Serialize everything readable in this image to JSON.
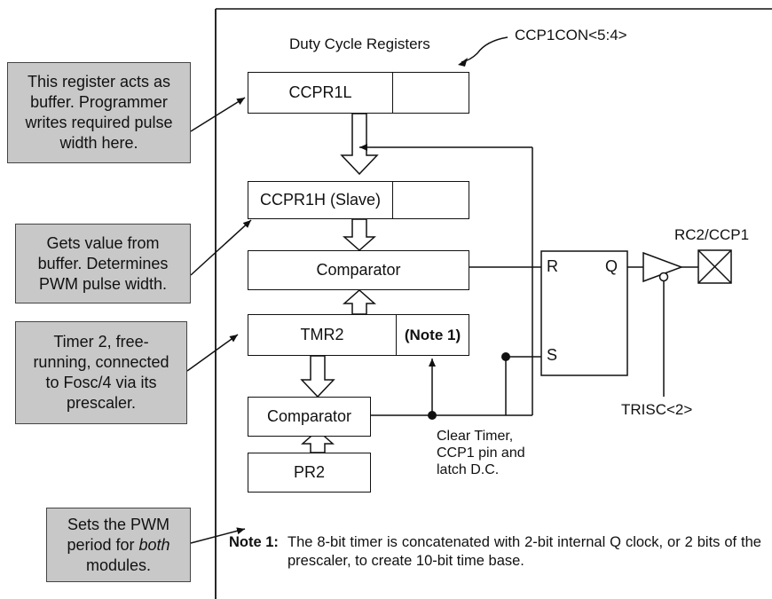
{
  "top_labels": {
    "duty_cycle": "Duty Cycle Registers",
    "ccp1con": "CCP1CON<5:4>"
  },
  "blocks": {
    "ccpr1l": "CCPR1L",
    "ccpr1h": "CCPR1H (Slave)",
    "comparator_top": "Comparator",
    "tmr2": "TMR2",
    "note1_box": "(Note 1)",
    "comparator_bottom": "Comparator",
    "pr2": "PR2"
  },
  "flipflop": {
    "r": "R",
    "q": "Q",
    "s": "S"
  },
  "output": {
    "pin": "RC2/CCP1",
    "trisc": "TRISC<2>"
  },
  "clear_label": "Clear Timer,\nCCP1 pin and\nlatch D.C.",
  "callouts": {
    "c1": "This register acts as\nbuffer. Programmer\nwrites required pulse\nwidth here.",
    "c2": "Gets value from\nbuffer. Determines\nPWM pulse width.",
    "c3": "Timer 2, free-\nrunning, connected\nto Fosc/4 via its\nprescaler.",
    "c4_pre": "Sets the PWM\nperiod for ",
    "c4_em": "both",
    "c4_post": "\nmodules."
  },
  "note": {
    "label": "Note 1:",
    "text": "The 8-bit timer is concatenated with 2-bit internal Q clock, or 2 bits of the prescaler, to create 10-bit time base."
  }
}
